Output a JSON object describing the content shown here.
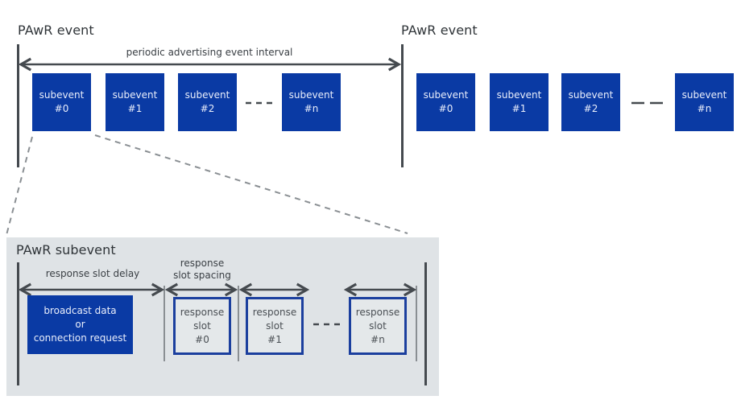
{
  "top_section": {
    "events": [
      {
        "label": "PAwR event",
        "subevents": [
          {
            "line1": "subevent",
            "line2": "#0"
          },
          {
            "line1": "subevent",
            "line2": "#1"
          },
          {
            "line1": "subevent",
            "line2": "#2"
          },
          {
            "line1": "subevent",
            "line2": "#n"
          }
        ]
      },
      {
        "label": "PAwR event",
        "subevents": [
          {
            "line1": "subevent",
            "line2": "#0"
          },
          {
            "line1": "subevent",
            "line2": "#1"
          },
          {
            "line1": "subevent",
            "line2": "#2"
          },
          {
            "line1": "subevent",
            "line2": "#n"
          }
        ]
      }
    ],
    "interval_label": "periodic advertising event interval"
  },
  "subevent_detail": {
    "title": "PAwR subevent",
    "response_slot_delay_label": "response slot delay",
    "response_slot_spacing_label": {
      "line1": "response",
      "line2": "slot spacing"
    },
    "broadcast_box": {
      "line1": "broadcast data",
      "line2": "or",
      "line3": "connection request"
    },
    "slots": [
      {
        "line1": "response",
        "line2": "slot",
        "line3": "#0"
      },
      {
        "line1": "response",
        "line2": "slot",
        "line3": "#1"
      },
      {
        "line1": "response",
        "line2": "slot",
        "line3": "#n"
      }
    ]
  },
  "colors": {
    "subevent_fill": "#0a3aa4",
    "slot_border": "#1b3f9e",
    "panel_bg": "#dfe3e6",
    "line": "#454a4f"
  }
}
